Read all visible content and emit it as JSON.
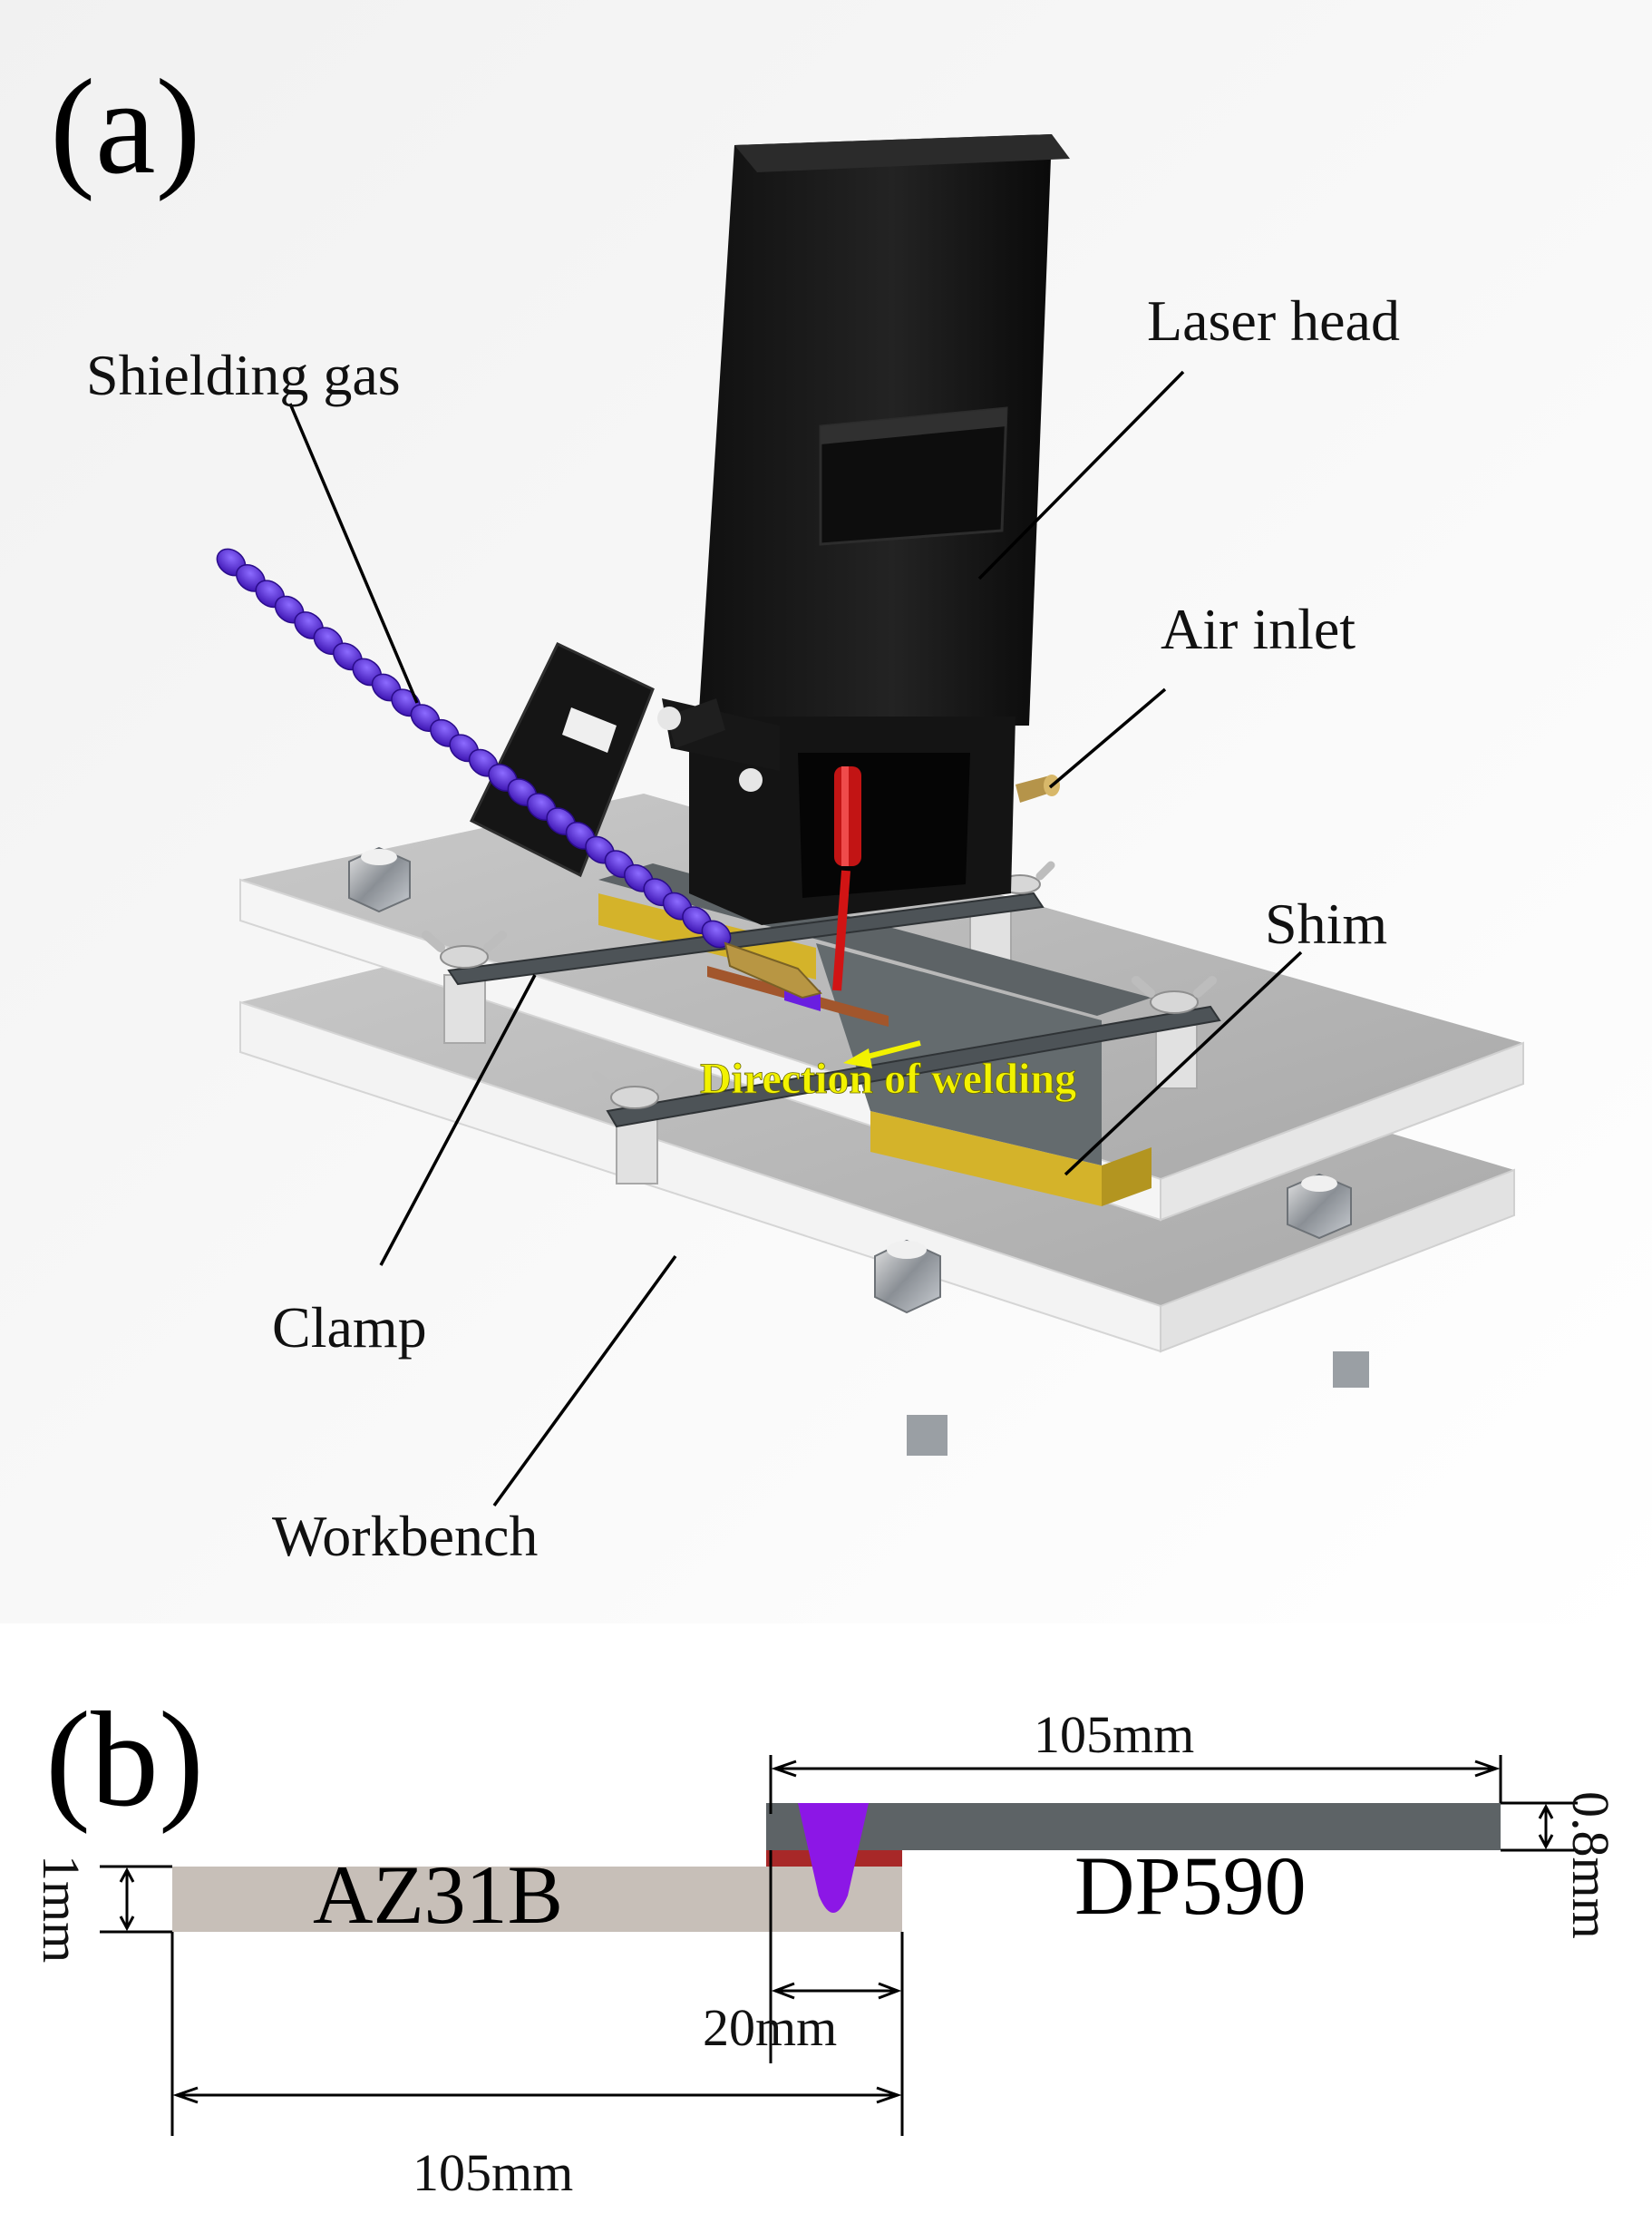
{
  "panel_a": {
    "label": "(a)",
    "callouts": {
      "laser_head": "Laser head",
      "shielding_gas": "Shielding gas",
      "air_inlet": "Air inlet",
      "shim": "Shim",
      "clamp": "Clamp",
      "workbench": "Workbench"
    },
    "direction": "Direction of welding"
  },
  "panel_b": {
    "label": "(b)",
    "lower_plate": "AZ31B",
    "upper_plate": "DP590",
    "dims": {
      "upper_length": "105mm",
      "upper_thickness": "0.8mm",
      "lower_thickness": "1mm",
      "overlap": "20mm",
      "lower_length": "105mm"
    }
  },
  "colors": {
    "laser_head": "#1c1c1c",
    "hose": "#5a22d6",
    "laser_beam": "#d11414",
    "shim": "#d4b32a",
    "plate_top": "#b9b9b9",
    "plate_side": "#f2f2f2",
    "direction_text": "#f2f200",
    "az31b": "#c7bfb8",
    "dp590": "#5d6366",
    "weld": "#8c17e6",
    "interlayer": "#a82828"
  }
}
